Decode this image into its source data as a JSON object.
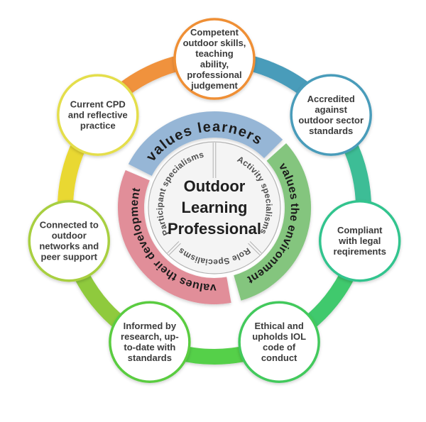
{
  "diagram": {
    "center_title": {
      "lines": [
        "Outdoor",
        "Learning",
        "Professional"
      ]
    },
    "inner_sectors": [
      {
        "label": "Participant specialisms",
        "arc_start": 221,
        "arc_end": 368
      },
      {
        "label": "Activity specialisms",
        "arc_start": 2,
        "arc_end": 142
      },
      {
        "label": "Role Specialisms",
        "arc_start": 121,
        "arc_end": 239
      }
    ],
    "value_bands": [
      {
        "label": "values learners",
        "color": "#96b6d6",
        "start": -63,
        "end": 45
      },
      {
        "label": "values the environment",
        "color": "#84c57e",
        "start": 48,
        "end": 164
      },
      {
        "label": "values their development",
        "color": "#e18e99",
        "start": 170,
        "end": 293
      }
    ],
    "outer_nodes": [
      {
        "id": "competent-skills",
        "lines": [
          "Competent",
          "outdoor skills,",
          "teaching",
          "ability,",
          "professional",
          "judgement"
        ],
        "border_color": "#ef8f35"
      },
      {
        "id": "accredited-standards",
        "lines": [
          "Accredited",
          "against",
          "outdoor sector",
          "standards"
        ],
        "border_color": "#4a9cba"
      },
      {
        "id": "compliant-legal",
        "lines": [
          "Compliant",
          "with legal",
          "reqirements"
        ],
        "border_color": "#33c48e"
      },
      {
        "id": "ethical-iol-conduct",
        "lines": [
          "Ethical and",
          "upholds IOL",
          "code of",
          "conduct"
        ],
        "border_color": "#42c95c"
      },
      {
        "id": "informed-by-research",
        "lines": [
          "Informed by",
          "research, up-",
          "to-date with",
          "standards"
        ],
        "border_color": "#5acc40"
      },
      {
        "id": "connected-networks",
        "lines": [
          "Connected to",
          "outdoor",
          "networks and",
          "peer support"
        ],
        "border_color": "#a8cf40"
      },
      {
        "id": "current-cpd",
        "lines": [
          "Current CPD",
          "and reflective",
          "practice"
        ],
        "border_color": "#e4de4b"
      }
    ],
    "connector_colors": [
      "#4a9cba",
      "#3dbd96",
      "#41c96d",
      "#55d04a",
      "#8fca3e",
      "#e9d830",
      "#f0923c"
    ],
    "colors": {
      "node_fill": "#ffffff",
      "node_text": "#3b3b3b",
      "band_text": "#1c1c1c",
      "sector_text": "#4f4f4f",
      "center_fill": "#f4f4f4",
      "center_stroke": "#b3b3b3",
      "center_text": "#1f1f1f",
      "divider": "#b0b0b0",
      "background": "#ffffff"
    }
  }
}
